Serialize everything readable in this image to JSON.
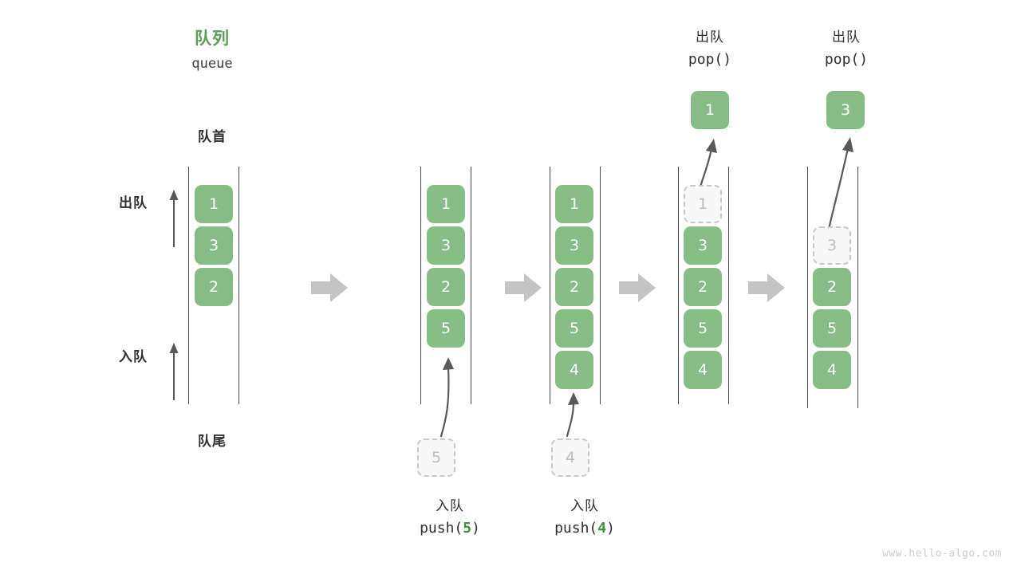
{
  "meta": {
    "watermark": "www.hello-algo.com",
    "colors": {
      "cell_fill": "#86bd86",
      "cell_text": "#ffffff",
      "ghost_fill": "#f7f7f7",
      "ghost_border": "#c9c9c9",
      "ghost_text": "#bdbdbd",
      "title_green": "#5a9e5a",
      "code_green": "#3f8f3f",
      "rail": "#4a4a4a",
      "block_arrow": "#c4c4c4",
      "thin_arrow": "#595959",
      "text": "#2f2f2f"
    }
  },
  "header": {
    "title_cn": "队列",
    "title_code": "queue"
  },
  "annotations": {
    "front_label": "队首",
    "rear_label": "队尾",
    "dequeue_label": "出队",
    "enqueue_label": "入队"
  },
  "stages": [
    {
      "id": "initial",
      "cells": [
        "1",
        "3",
        "2"
      ],
      "ghost_index": null,
      "caption_cn": null,
      "caption_code": null,
      "caption_arg": null,
      "incoming": null,
      "popped": null,
      "pop_head_cn": null,
      "pop_head_code": null
    },
    {
      "id": "push-5",
      "cells": [
        "1",
        "3",
        "2",
        "5"
      ],
      "ghost_index": null,
      "caption_cn": "入队",
      "caption_code_prefix": "push(",
      "caption_arg": "5",
      "caption_code_suffix": ")",
      "incoming": "5",
      "popped": null,
      "pop_head_cn": null,
      "pop_head_code": null
    },
    {
      "id": "push-4",
      "cells": [
        "1",
        "3",
        "2",
        "5",
        "4"
      ],
      "ghost_index": null,
      "caption_cn": "入队",
      "caption_code_prefix": "push(",
      "caption_arg": "4",
      "caption_code_suffix": ")",
      "incoming": "4",
      "popped": null,
      "pop_head_cn": null,
      "pop_head_code": null
    },
    {
      "id": "pop-1",
      "cells": [
        "1",
        "3",
        "2",
        "5",
        "4"
      ],
      "ghost_index": 0,
      "caption_cn": null,
      "caption_code": null,
      "caption_arg": null,
      "incoming": null,
      "popped": "1",
      "pop_head_cn": "出队",
      "pop_head_code": "pop()"
    },
    {
      "id": "pop-3",
      "cells": [
        "3",
        "2",
        "5",
        "4"
      ],
      "ghost_index": 0,
      "caption_cn": null,
      "caption_code": null,
      "caption_arg": null,
      "incoming": null,
      "popped": "3",
      "pop_head_cn": "出队",
      "pop_head_code": "pop()"
    }
  ]
}
